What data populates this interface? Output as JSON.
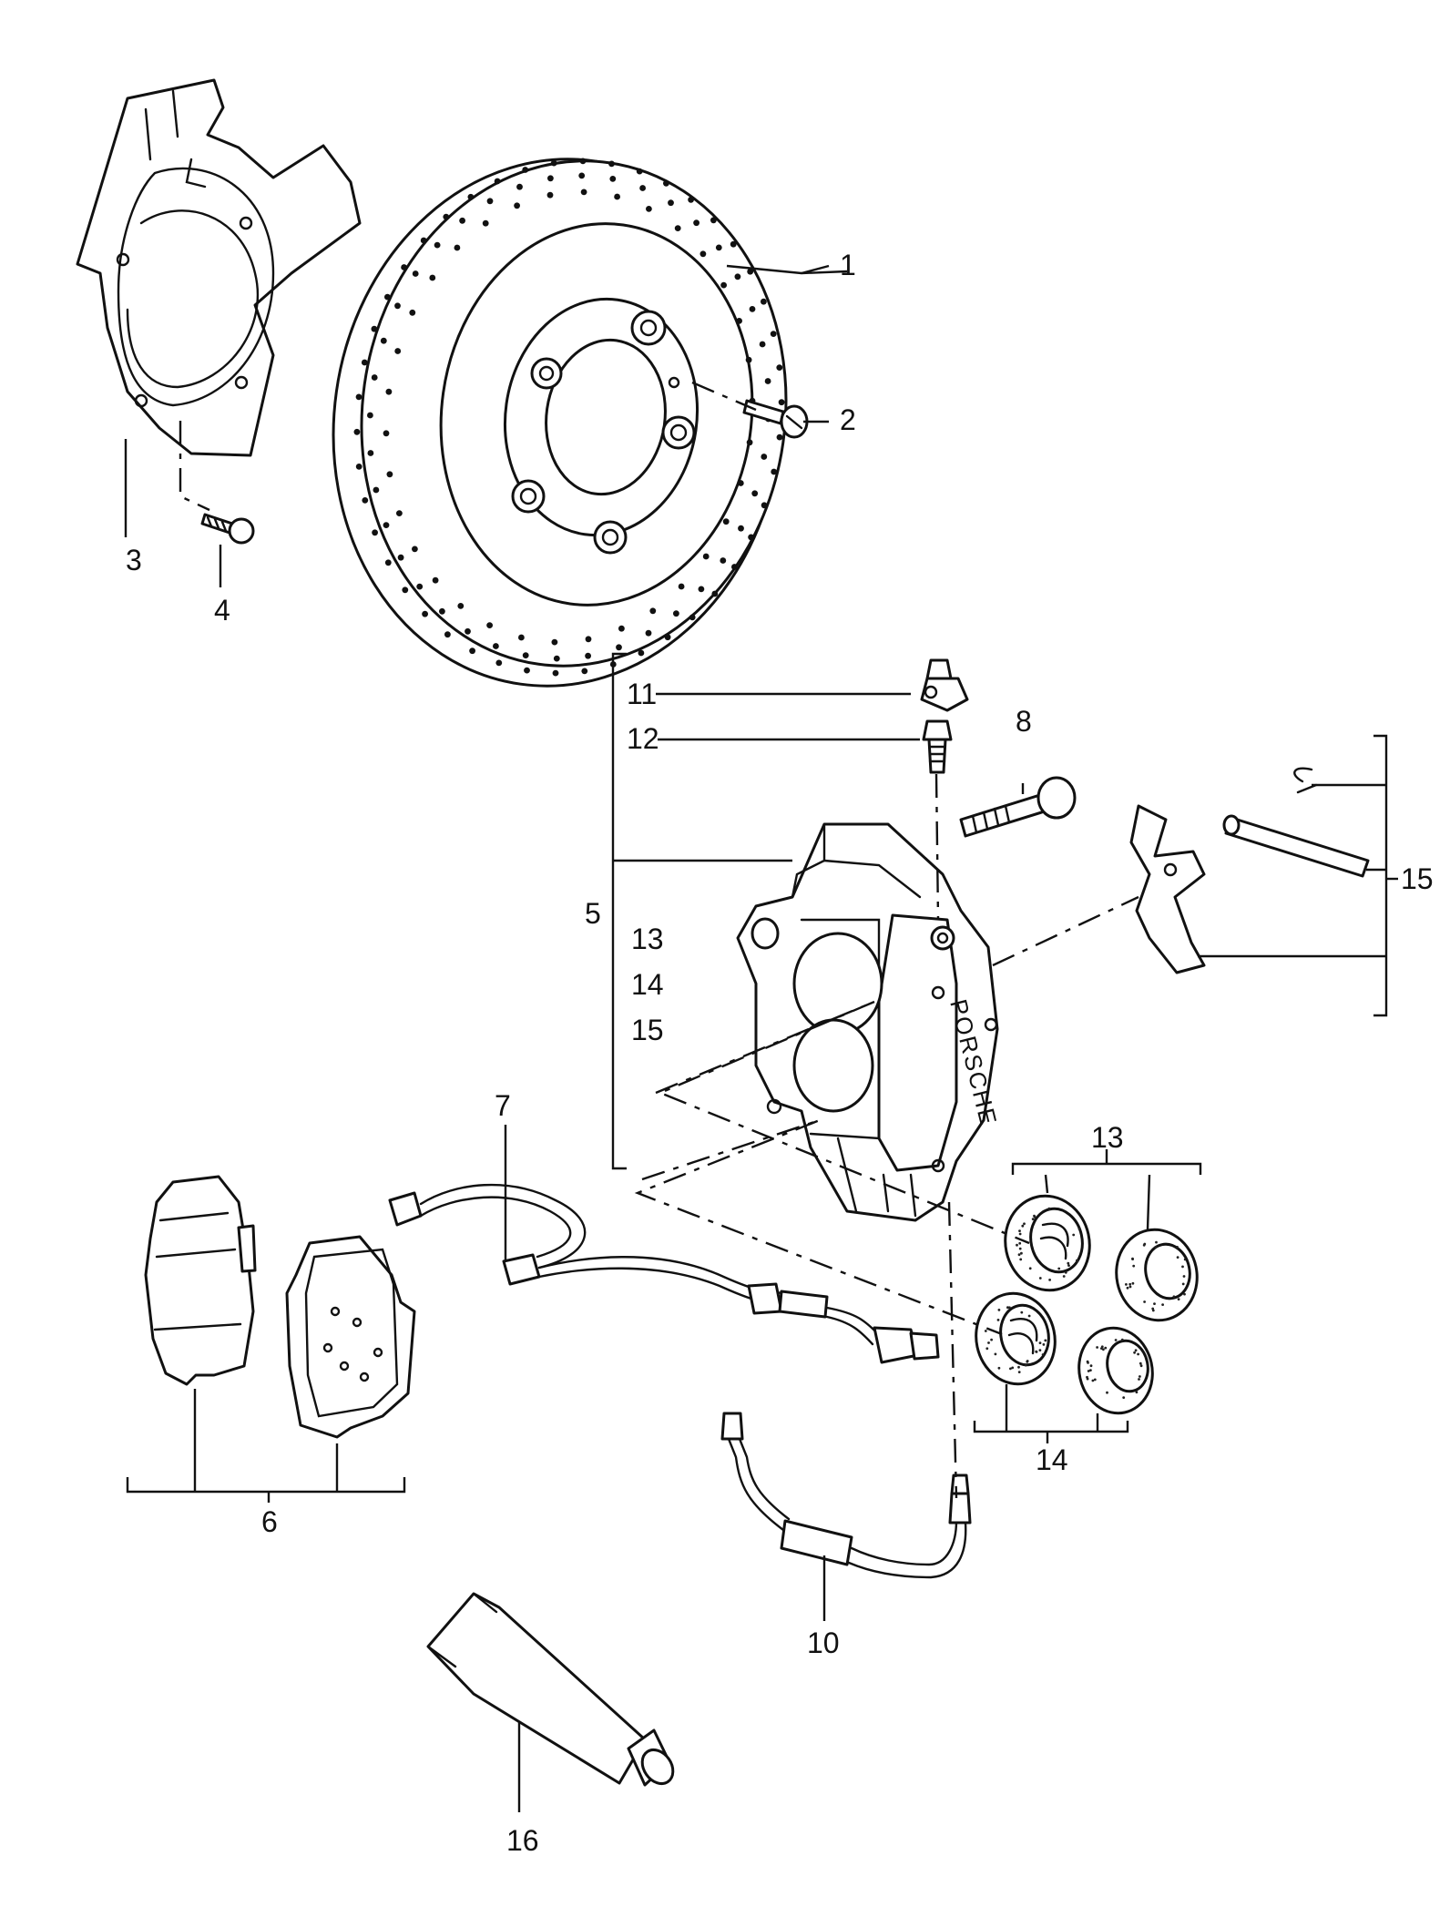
{
  "callouts": {
    "c1": "1",
    "c2": "2",
    "c3": "3",
    "c4": "4",
    "c5": "5",
    "c6": "6",
    "c7": "7",
    "c8": "8",
    "c10": "10",
    "c11": "11",
    "c12": "12",
    "c13_group": "13",
    "c13_list": "13",
    "c14_group": "14",
    "c14_list": "14",
    "c15_group": "15",
    "c15_list": "15",
    "c16": "16"
  },
  "caliper_lettering": "PORSCHE"
}
